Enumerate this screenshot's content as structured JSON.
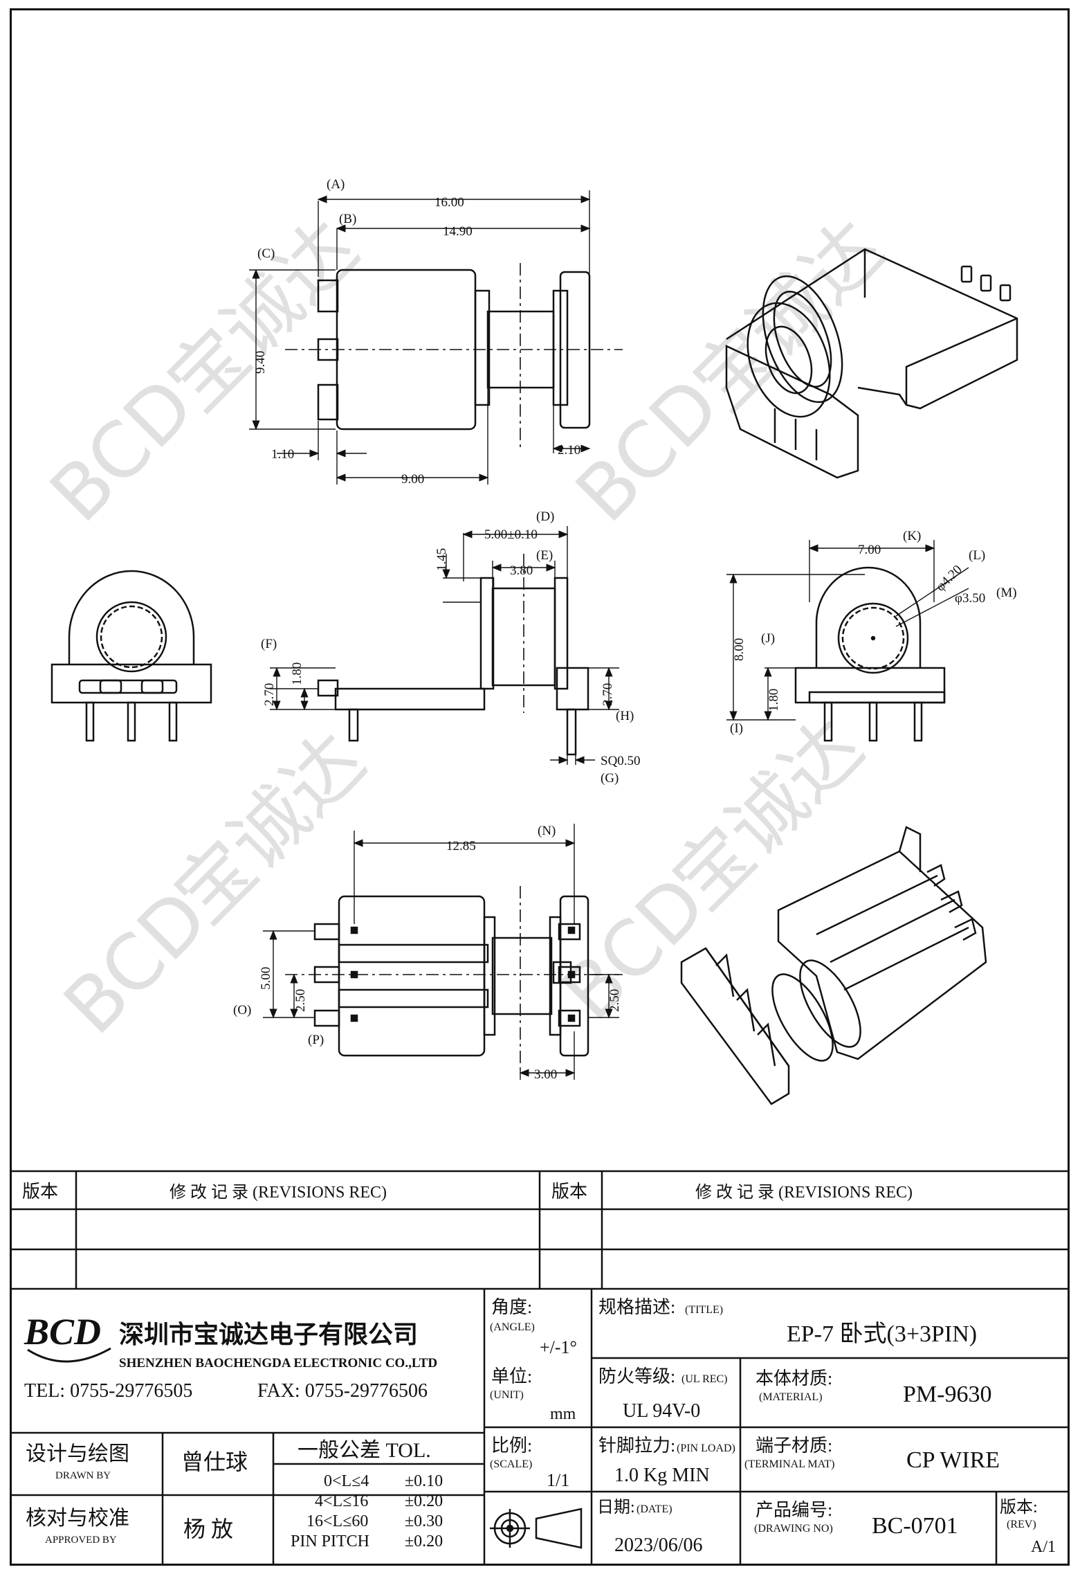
{
  "labels": {
    "A": "(A)",
    "B": "(B)",
    "C": "(C)",
    "D": "(D)",
    "E": "(E)",
    "F": "(F)",
    "G": "(G)",
    "H": "(H)",
    "I": "(I)",
    "J": "(J)",
    "K": "(K)",
    "L": "(L)",
    "M": "(M)",
    "N": "(N)",
    "O": "(O)",
    "P": "(P)"
  },
  "dims": {
    "A": "16.00",
    "B": "14.90",
    "C": "9.40",
    "d110": "1.10",
    "d900": "9.00",
    "d210": "2.10",
    "D": "5.00±0.10",
    "E": "3.80",
    "d145": "1.45",
    "F_270": "2.70",
    "F_180": "1.80",
    "H_270": "2.70",
    "G": "SQ0.50",
    "K": "7.00",
    "L": "φ4.20",
    "M": "φ3.50",
    "I": "8.00",
    "J": "1.80",
    "N": "12.85",
    "O": "5.00",
    "P": "2.50",
    "d250r": "2.50",
    "d300": "3.00"
  },
  "watermark": {
    "brand": "BCD",
    "text": "宝诚达"
  },
  "title_block": {
    "rev_header": "版本",
    "rev_records": "修  改  记  录  (REVISIONS REC)",
    "logo": "BCD",
    "company_cn": "深圳市宝诚达电子有限公司",
    "company_en": "SHENZHEN BAOCHENGDA ELECTRONIC CO.,LTD",
    "tel": "TEL: 0755-29776505",
    "fax": "FAX: 0755-29776506",
    "angle_label": "角度:",
    "angle_en": "(ANGLE)",
    "angle_val": "+/-1°",
    "title_label": "规格描述:",
    "title_en": "(TITLE)",
    "title_val": "EP-7 卧式(3+3PIN)",
    "unit_label": "单位:",
    "unit_en": "(UNIT)",
    "unit_val": "mm",
    "ul_label": "防火等级:",
    "ul_en": "(UL REC)",
    "ul_val": "UL 94V-0",
    "mat_label": "本体材质:",
    "mat_en": "(MATERIAL)",
    "mat_val": "PM-9630",
    "drawn_label": "设计与绘图",
    "drawn_en": "DRAWN BY",
    "drawn_name": "曾仕球",
    "tol_title": "一般公差 TOL.",
    "tol_rows": [
      [
        "0<L≤4",
        "±0.10"
      ],
      [
        "4<L≤16",
        "±0.20"
      ],
      [
        "16<L≤60",
        "±0.30"
      ],
      [
        "PIN PITCH",
        "±0.20"
      ]
    ],
    "scale_label": "比例:",
    "scale_en": "(SCALE)",
    "scale_val": "1/1",
    "pin_label": "针脚拉力:",
    "pin_en": "(PIN LOAD)",
    "pin_val": "1.0 Kg MIN",
    "term_label": "端子材质:",
    "term_en": "(TERMINAL MAT)",
    "term_val": "CP WIRE",
    "appr_label": "核对与校准",
    "appr_en": "APPROVED BY",
    "appr_name": "杨  放",
    "date_label": "日期:",
    "date_en": "(DATE)",
    "date_val": "2023/06/06",
    "dwg_label": "产品编号:",
    "dwg_en": "(DRAWING NO)",
    "dwg_val": "BC-0701",
    "rev_label": "版本:",
    "rev_en": "(REV)",
    "rev_val": "A/1"
  }
}
